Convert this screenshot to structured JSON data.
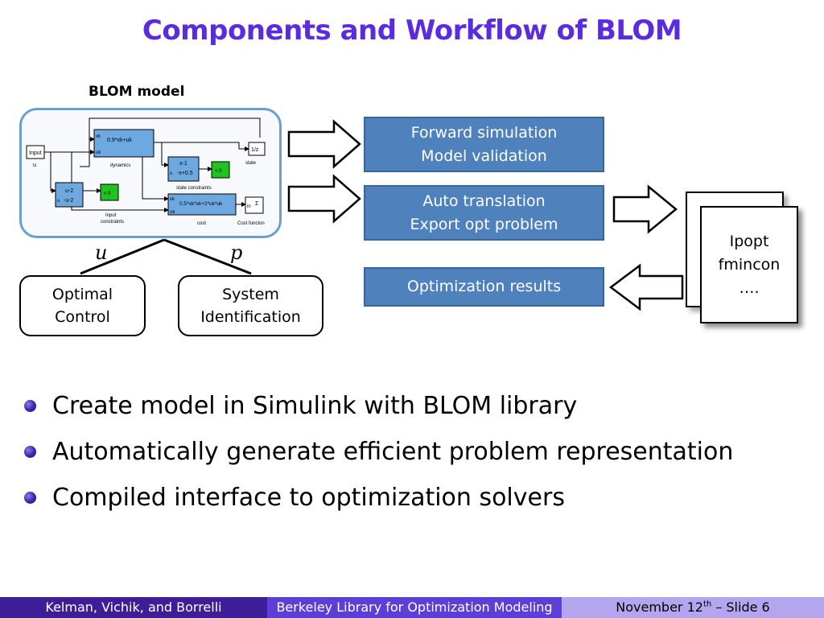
{
  "slide": {
    "title": "Components and Workflow of BLOM"
  },
  "model": {
    "label": "BLOM model",
    "simulink": {
      "input_block": "Input",
      "input_sub": "u",
      "dynamics_block": "0.9*xk+uk",
      "dynamics_port_xk": "xk",
      "dynamics_port_uk": "uk",
      "dynamics_label": "dynamics",
      "state_out": "1/z",
      "state_label": "state",
      "state_constraint_eq1": "x-1",
      "state_constraint_eq2": "-x+0.5",
      "state_constraint_port": "x",
      "state_constraint_check": "< 0",
      "state_constraints_label": "state constraints",
      "input_block_eq1": "u-2",
      "input_block_eq2": "-u-2",
      "input_block_port": "u",
      "input_constraint_check": "< 0",
      "input_constraints_label": "Input\nconstraints",
      "cost_block": "0.5*xk*xk+2*uk*uk",
      "cost_port_xk": "xk",
      "cost_port_uk": "uk",
      "cost_label": "cost",
      "cost_function_in": "in",
      "cost_function_sigma": "Σ",
      "cost_function_label": "Cost functon"
    }
  },
  "variables": {
    "u": "u",
    "p": "p"
  },
  "applications": {
    "optimal_control": [
      "Optimal",
      "Control"
    ],
    "system_identification": [
      "System",
      "Identification"
    ]
  },
  "actions": {
    "forward": [
      "Forward simulation",
      "Model validation"
    ],
    "translation": [
      "Auto translation",
      "Export opt problem"
    ],
    "results": [
      "Optimization results"
    ]
  },
  "solvers": [
    "Ipopt",
    "fmincon",
    "…."
  ],
  "bullets": [
    "Create model in Simulink with BLOM library",
    "Automatically generate efficient problem representation",
    "Compiled interface to optimization solvers"
  ],
  "footer": {
    "authors": "Kelman, Vichik, and Borrelli",
    "project": "Berkeley Library for Optimization Modeling",
    "date_main": "November 12",
    "date_sup": "th",
    "slide": "– Slide 6"
  },
  "colors": {
    "title": "#5b2be0",
    "box_fill": "#4f81bd",
    "frame_border": "#6a9fd0",
    "footer_dark": "#3e1e96",
    "footer_mid": "#5d3ed6",
    "footer_light": "#b3a6ee"
  }
}
